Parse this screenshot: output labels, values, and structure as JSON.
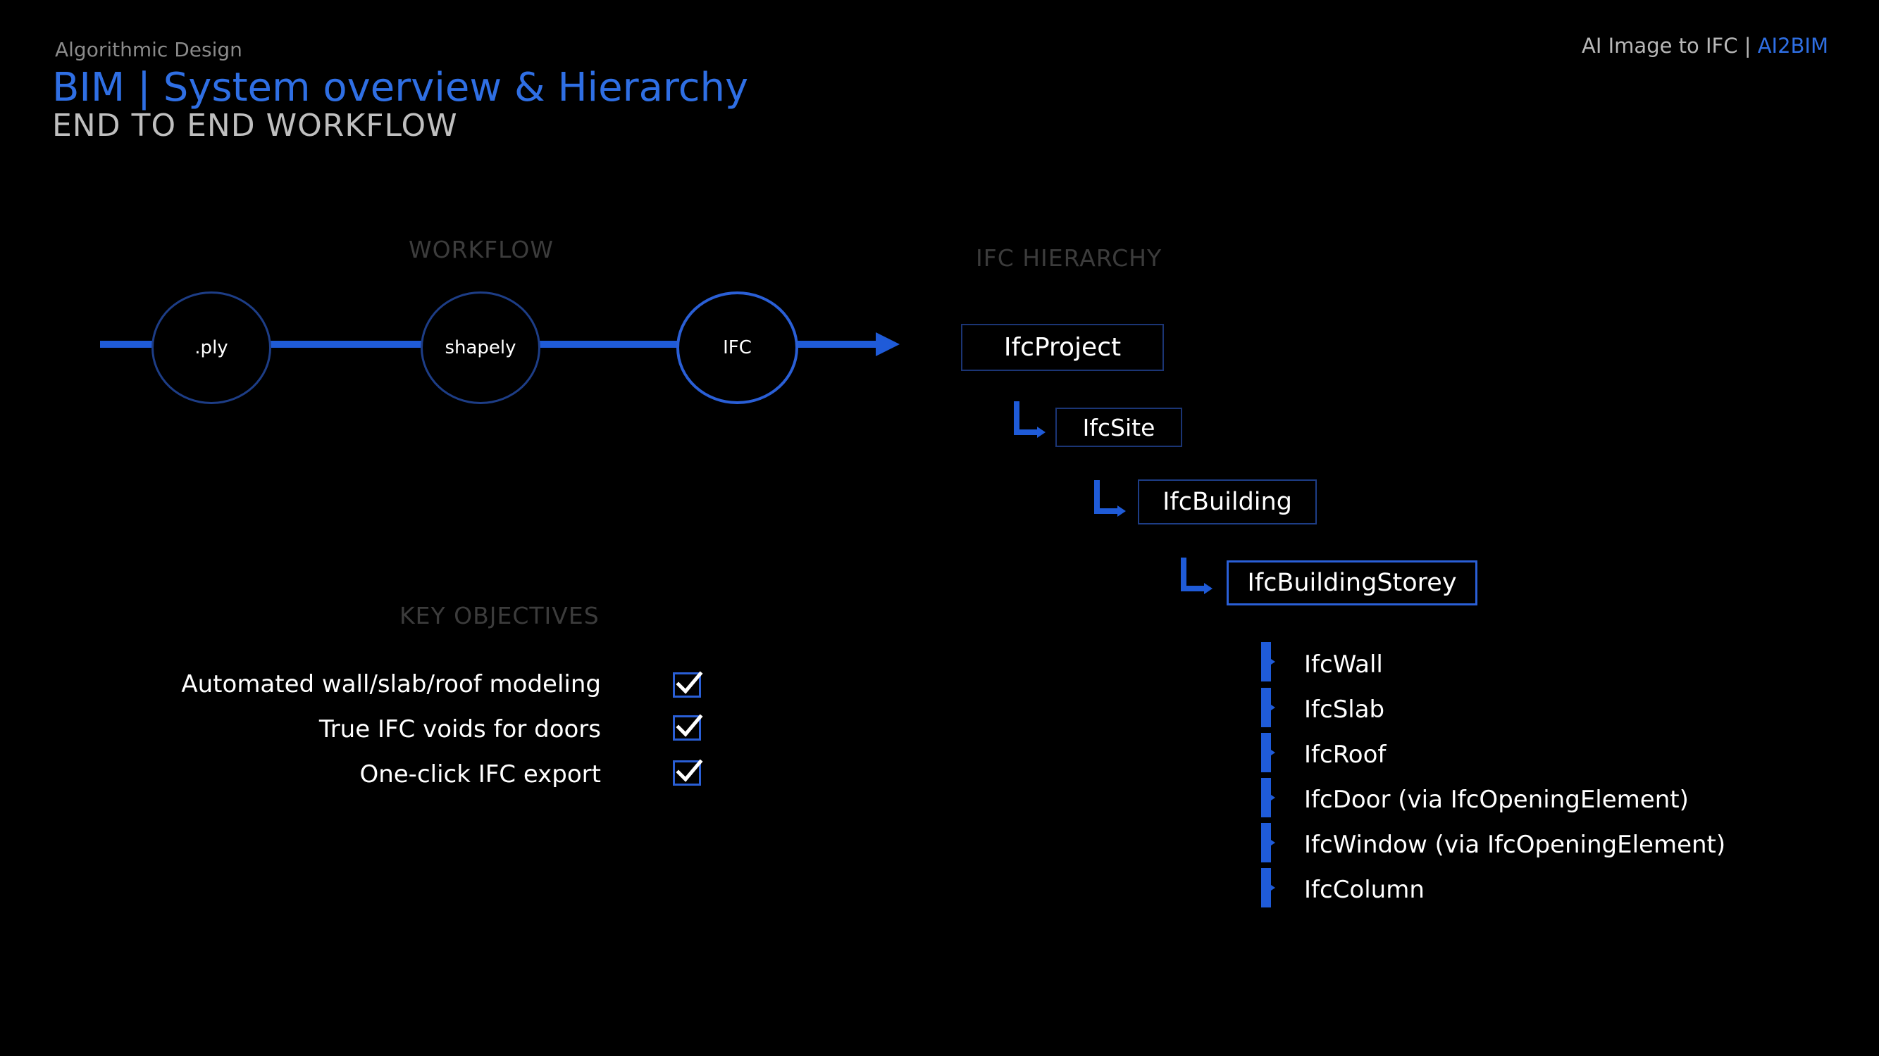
{
  "header": {
    "kicker": "Algorithmic Design",
    "title": "BIM | System overview & Hierarchy",
    "subtitle": "END TO END WORKFLOW",
    "right_prefix": "AI Image to IFC | ",
    "right_brand": "AI2BIM"
  },
  "workflow": {
    "label": "WORKFLOW",
    "nodes": [
      ".ply",
      "shapely",
      "IFC"
    ]
  },
  "hierarchy": {
    "label": "IFC HIERARCHY",
    "levels": [
      "IfcProject",
      "IfcSite",
      "IfcBuilding",
      "IfcBuildingStorey"
    ],
    "children": [
      "IfcWall",
      "IfcSlab",
      "IfcRoof",
      "IfcDoor (via IfcOpeningElement)",
      "IfcWindow (via IfcOpeningElement)",
      "IfcColumn"
    ]
  },
  "objectives": {
    "label": "KEY OBJECTIVES",
    "items": [
      "Automated wall/slab/roof modeling",
      "True IFC voids for doors",
      "One-click IFC export"
    ],
    "checked": [
      true,
      true,
      true
    ]
  },
  "colors": {
    "accent": "#2f6fe4",
    "line": "#1f5bd8",
    "background": "#000000"
  }
}
